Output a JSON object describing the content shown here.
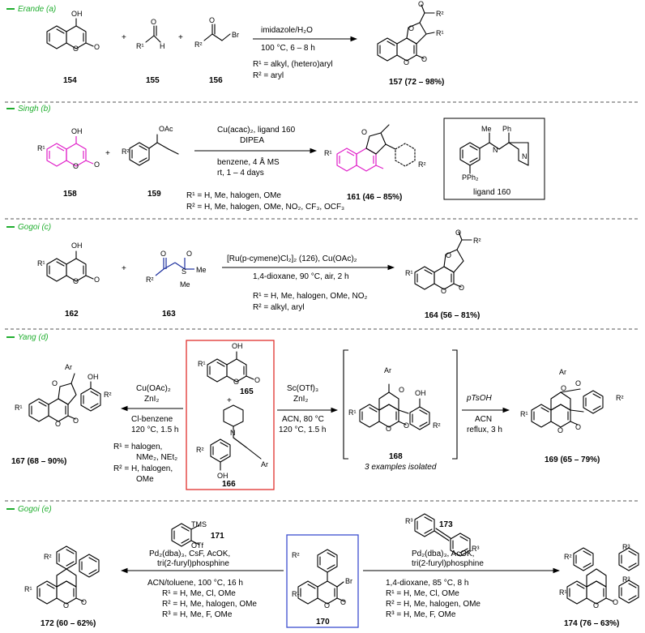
{
  "sections": {
    "a": {
      "tag": "Erande (a)",
      "reagent_top": "imidazole/H₂O",
      "cond": "100 °C, 6 – 8 h",
      "r1": "R¹ = alkyl, (hetero)aryl",
      "r2": "R² = aryl",
      "labels": [
        "154",
        "155",
        "156",
        "157 (72 – 98%)"
      ]
    },
    "b": {
      "tag": "Singh (b)",
      "reagent1": "Cu(acac)₂, ligand 160",
      "reagent2": "DIPEA",
      "cond1": "benzene, 4 Å MS",
      "cond2": "rt, 1 – 4 days",
      "r1": "R¹ = H, Me, halogen, OMe",
      "r2": "R² = H, Me, halogen, OMe, NO₂, CF₃, OCF₃",
      "labels": [
        "158",
        "159",
        "161 (46 – 85%)"
      ],
      "ligand_label": "ligand 160"
    },
    "c": {
      "tag": "Gogoi (c)",
      "reagent": "[Ru(p-cymene)Cl₂]₂ (126), Cu(OAc)₂",
      "cond": "1,4-dioxane, 90 °C, air, 2 h",
      "r1": "R¹ = H, Me, halogen, OMe, NO₂",
      "r2": "R² = alkyl, aryl",
      "labels": [
        "162",
        "163",
        "164 (56 – 81%)"
      ]
    },
    "d": {
      "tag": "Yang (d)",
      "left_reagent1": "Cu(OAc)₂",
      "left_reagent2": "ZnI₂",
      "left_cond1": "Cl-benzene",
      "left_cond2": "120 °C, 1.5 h",
      "left_r1a": "R¹ = halogen,",
      "left_r1b": "NMe₂, NEt₂",
      "left_r2a": "R² = H, halogen,",
      "left_r2b": "OMe",
      "mid_reagent1": "Sc(OTf)₃",
      "mid_reagent2": "ZnI₂",
      "mid_cond1": "ACN, 80 °C",
      "mid_cond2": "120 °C, 1.5 h",
      "right_reagent": "pTsOH",
      "right_cond1": "ACN",
      "right_cond2": "reflux, 3 h",
      "note": "3 examples isolated",
      "labels": [
        "165",
        "166",
        "167 (68 – 90%)",
        "168",
        "169 (65 – 79%)"
      ]
    },
    "e": {
      "tag": "Gogoi (e)",
      "left_reagent1": "Pd₂(dba)₃, CsF, AcOK,",
      "left_reagent2": "tri(2-furyl)phosphine",
      "left_cond": "ACN/toluene, 100 °C, 16 h",
      "left_r1": "R¹ = H, Me, Cl, OMe",
      "left_r2": "R² = H, Me, halogen, OMe",
      "left_r3": "R³ = H, Me, F, OMe",
      "right_reagent1": "Pd₂(dba)₃, AcOK,",
      "right_reagent2": "tri(2-furyl)phosphine",
      "right_cond": "1,4-dioxane, 85 °C, 8 h",
      "right_r1": "R¹ = H, Me, Cl, OMe",
      "right_r2": "R² = H, Me, halogen, OMe",
      "right_r3": "R³ = H, Me, F, OMe",
      "labels": [
        "171",
        "173",
        "170",
        "172 (60 – 62%)",
        "174 (76 – 63%)"
      ]
    }
  },
  "colors": {
    "tag": "#1fae2e",
    "pink": "#e01ec8",
    "blue": "#1c2f9e",
    "box_red": "#e0302c",
    "box_blue": "#3c4fd0"
  }
}
